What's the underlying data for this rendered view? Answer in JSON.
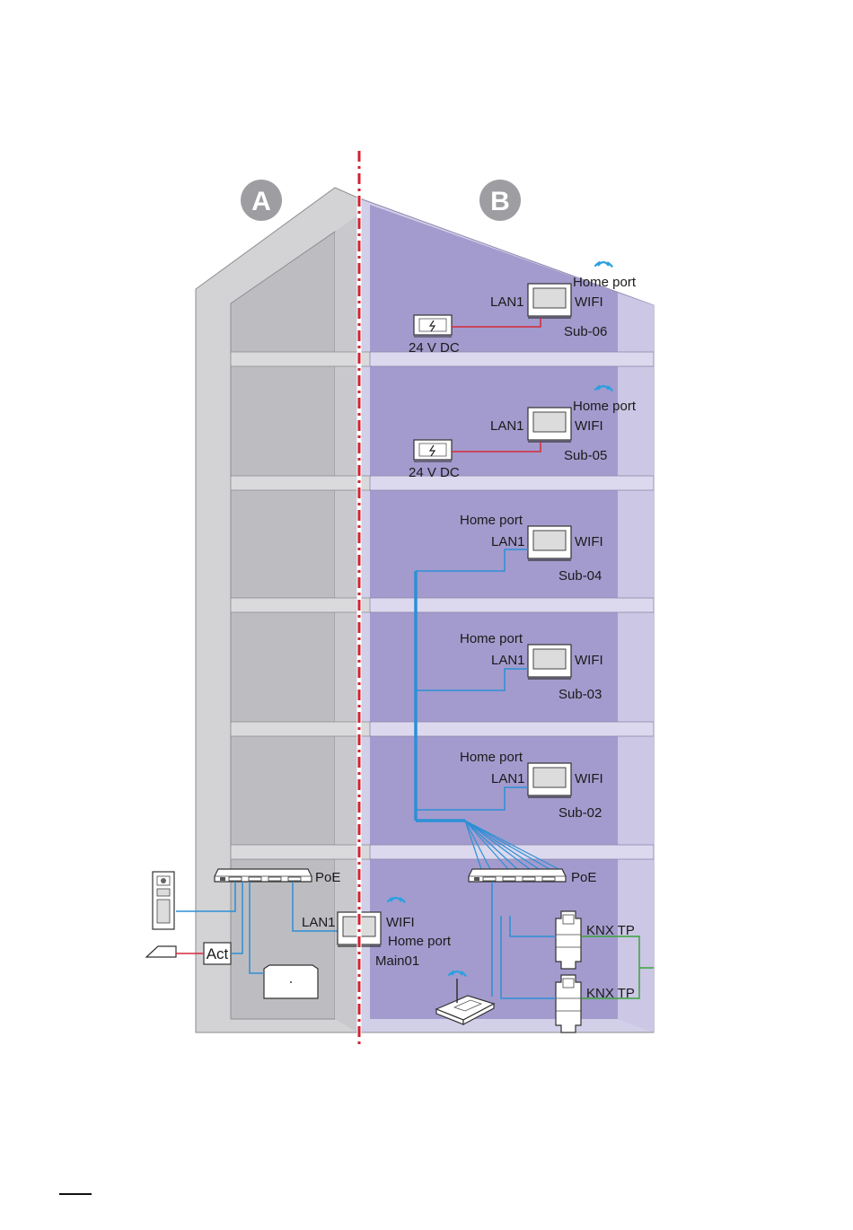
{
  "zones": {
    "a": "A",
    "b": "B"
  },
  "floors": {
    "sub06": {
      "home_port": "Home port",
      "lan": "LAN1",
      "wifi": "WIFI",
      "name": "Sub-06",
      "power": "24 V DC"
    },
    "sub05": {
      "home_port": "Home port",
      "lan": "LAN1",
      "wifi": "WIFI",
      "name": "Sub-05",
      "power": "24 V DC"
    },
    "sub04": {
      "home_port": "Home port",
      "lan": "LAN1",
      "wifi": "WIFI",
      "name": "Sub-04"
    },
    "sub03": {
      "home_port": "Home port",
      "lan": "LAN1",
      "wifi": "WIFI",
      "name": "Sub-03"
    },
    "sub02": {
      "home_port": "Home port",
      "lan": "LAN1",
      "wifi": "WIFI",
      "name": "Sub-02"
    }
  },
  "ground": {
    "switch_a": "PoE",
    "switch_b": "PoE",
    "actuator": "Act",
    "main": {
      "lan": "LAN1",
      "wifi": "WIFI",
      "home_port": "Home port",
      "name": "Main01"
    },
    "knx1": "KNX TP",
    "knx2": "KNX TP"
  },
  "colors": {
    "wall": "#d3d3d6",
    "interior_a": "#bdbdc1",
    "wall_b": "#d2cfe8",
    "interior_b": "#a39bcd",
    "lan_line": "#2d8fd6",
    "power_line": "#d42b3a",
    "knx_line": "#3aa43a",
    "divider": "#d42030",
    "wifi": "#2aa0e0"
  }
}
